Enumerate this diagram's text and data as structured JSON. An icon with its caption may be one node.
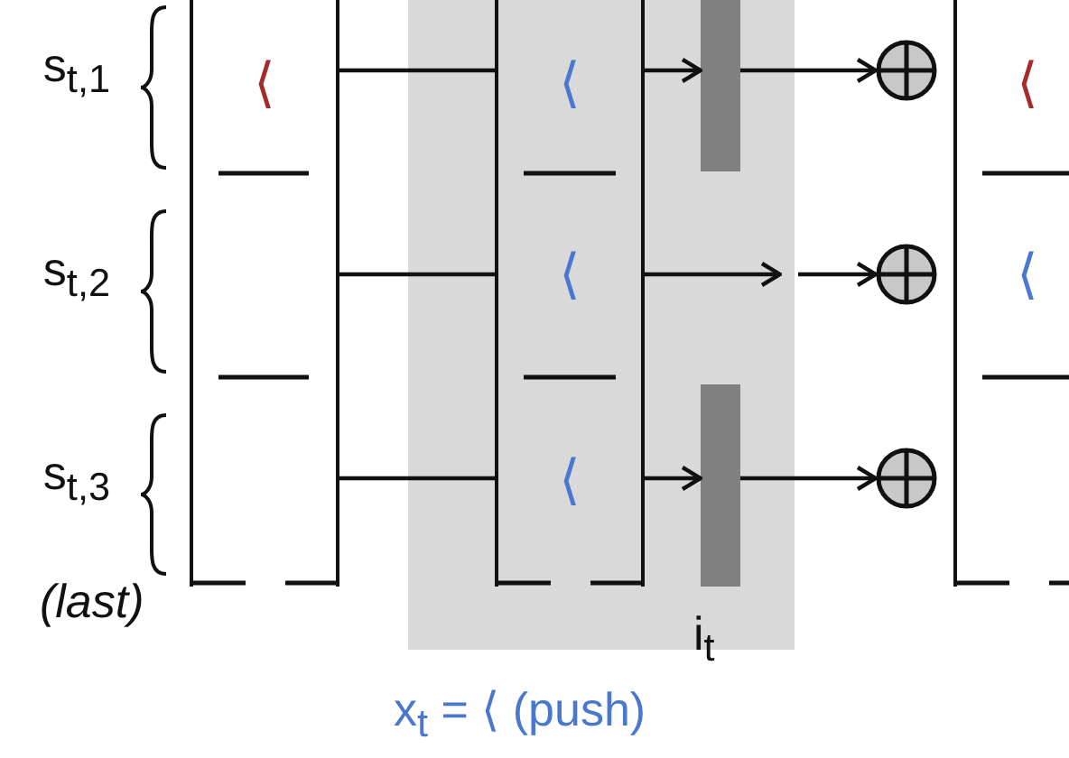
{
  "diagram": {
    "nodes": [
      {
        "text": [
          "⟨"
        ],
        "beside": [
          "s$_{t,1}$"
        ]
      },
      {
        "text": [],
        "shape": "box",
        "beside": [
          "s$_{t,2}$"
        ]
      },
      {
        "text": [],
        "shape": "box",
        "beside": [
          "s$_{t,3}$"
        ]
      },
      {
        "text": [
          "⟨"
        ]
      },
      {
        "text": [
          "⟨"
        ]
      },
      {
        "text": [
          "⟨"
        ]
      },
      {
        "text": [],
        "shape": "bar"
      },
      {
        "text": [],
        "shape": "bar"
      },
      {
        "text": [],
        "shape": "circle"
      },
      {
        "text": [],
        "shape": "circle"
      },
      {
        "text": [],
        "shape": "circle"
      },
      {
        "text": [
          "⟨"
        ]
      },
      {
        "text": [
          "⟨"
        ]
      },
      {
        "text": [],
        "shape": "box"
      }
    ],
    "edges": [
      {
        "from": 0,
        "to": 3,
        "arrow": "none"
      },
      {
        "from": 1,
        "to": 4,
        "arrow": "none"
      },
      {
        "from": 2,
        "to": 5,
        "arrow": "none"
      },
      {
        "from": 3,
        "to": 6,
        "arrow": "to"
      },
      {
        "from": 4,
        "to": null,
        "arrow": "to"
      },
      {
        "from": 5,
        "to": 7,
        "arrow": "to"
      },
      {
        "from": 6,
        "to": 8,
        "arrow": "to"
      },
      {
        "from": null,
        "to": 9,
        "arrow": "to"
      },
      {
        "from": 7,
        "to": 10,
        "arrow": "to"
      }
    ],
    "labels": [
      "(last)",
      "i$_{t}$",
      "x$_{t}$ = ⟨ (push)"
    ]
  }
}
